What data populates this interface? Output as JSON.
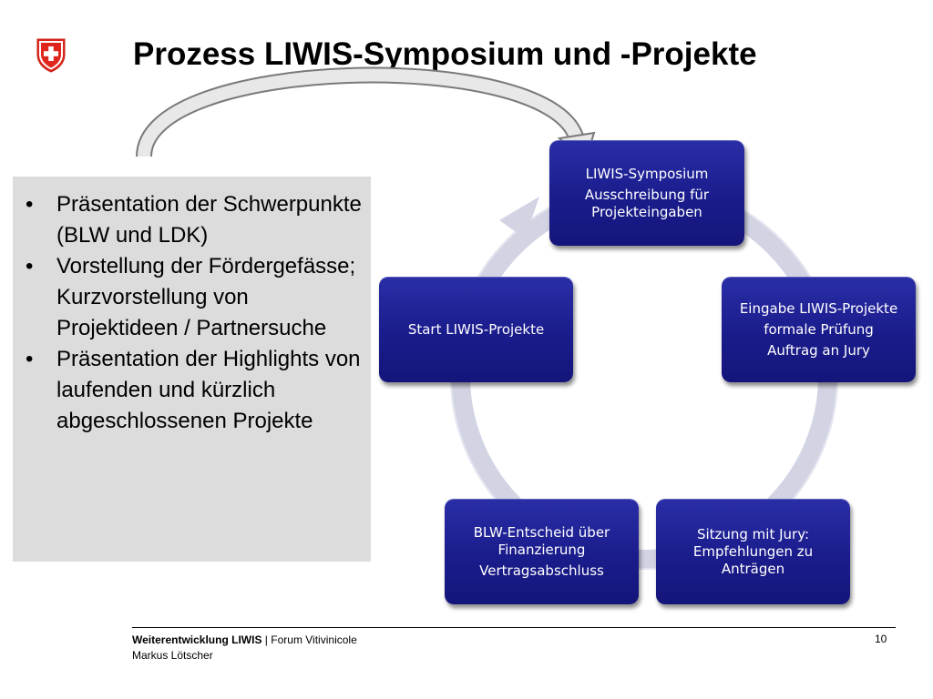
{
  "title": "Prozess LIWIS-Symposium und -Projekte",
  "bullets": [
    "Präsentation der Schwerpunkte (BLW und LDK)",
    "Vorstellung der Fördergefässe; Kurzvorstellung von Projektideen / Partnersuche",
    "Präsentation der Highlights von laufenden und kürzlich abgeschlossenen Projekte"
  ],
  "cycle": {
    "node1": {
      "line1": "LIWIS-Symposium",
      "line2": "Ausschreibung für Projekteingaben"
    },
    "node2": {
      "line1": "Eingabe LIWIS-Projekte",
      "line2": "formale Prüfung",
      "line3": "Auftrag an Jury"
    },
    "node3": {
      "line1": "Sitzung mit Jury: Empfehlungen zu Anträgen"
    },
    "node4": {
      "line1": "BLW-Entscheid über Finanzierung",
      "line2": "Vertragsabschluss"
    },
    "node5": {
      "line1": "Start LIWIS-Projekte"
    }
  },
  "footer": {
    "project": "Weiterentwicklung LIWIS",
    "separator": " | ",
    "event": "Forum Vitivinicole",
    "author": "Markus Lötscher",
    "page": "10"
  },
  "colors": {
    "node_blue": "#1a1c8c",
    "ring": "#d4d6e6",
    "panel": "#dcdcdc",
    "logo_red": "#e0261c"
  },
  "icons": {
    "logo": "swiss-shield-icon"
  }
}
